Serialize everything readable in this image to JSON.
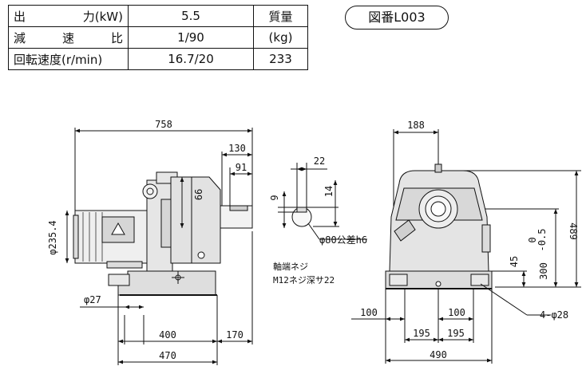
{
  "spec_table": {
    "row1": {
      "label_a": "出",
      "label_b": "力(kW)",
      "value": "5.5",
      "mass_label": "質量"
    },
    "row2": {
      "label_a": "減",
      "label_b": "速",
      "label_c": "比",
      "value": "1/90",
      "mass_unit": "(kg)"
    },
    "row3": {
      "label": "回転速度(r/min)",
      "value": "16.7/20",
      "mass_value": "233"
    }
  },
  "drawing_number": "図番L003",
  "side_view": {
    "dims": {
      "overall_length": "758",
      "to_shaft": "130",
      "shaft_len": "91",
      "shaft_height": "99",
      "motor_dia": "φ235.4",
      "hole": "φ27",
      "base_bolt": "400",
      "base_end": "170",
      "base_length": "470"
    }
  },
  "shaft_detail": {
    "key_width": "22",
    "key_depth": "9",
    "key_height": "14",
    "shaft_dia": "φ80公差h6",
    "note_line1": "軸端ネジ",
    "note_line2": "M12ネジ深サ22"
  },
  "front_view": {
    "dims": {
      "center_offset": "188",
      "total_height": "489",
      "shaft_center_height": "300",
      "tol_upper": "0",
      "tol_lower": "-0.5",
      "base_thickness": "45",
      "left_100": "100",
      "right_100": "100",
      "left_195": "195",
      "right_195": "195",
      "base_width": "490",
      "holes": "4-φ28"
    }
  }
}
